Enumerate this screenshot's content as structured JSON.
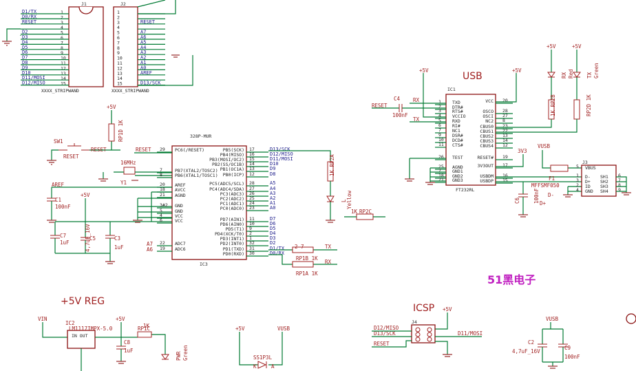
{
  "titles": {
    "usb": "USB",
    "reg": "+5V REG",
    "icsp": "ICSP",
    "brand": "51黑电子"
  },
  "j1": {
    "ref": "J1",
    "footprint": "XXXX_STRIPWAND",
    "nets": [
      "D1/TX",
      "D0/RX",
      "RESET",
      "",
      "D2",
      "D3",
      "D4",
      "D5",
      "D6",
      "D7",
      "D8",
      "D9",
      "D10",
      "D11/MOSI",
      "D12/MISO"
    ],
    "pins": [
      "1",
      "2",
      "3",
      "4",
      "5",
      "6",
      "7",
      "8",
      "9",
      "10",
      "11",
      "12",
      "13",
      "14",
      "15"
    ]
  },
  "j2": {
    "ref": "J2",
    "footprint": "XXXX_STRIPWAND",
    "nets": [
      "",
      "",
      "RESET",
      "",
      "A7",
      "A6",
      "A5",
      "A4",
      "A3",
      "A2",
      "A1",
      "A0",
      "AREF",
      "",
      "D13/SCK"
    ],
    "pins": [
      "1",
      "2",
      "3",
      "4",
      "5",
      "6",
      "7",
      "8",
      "9",
      "10",
      "11",
      "12",
      "13",
      "14",
      "15"
    ]
  },
  "ic3": {
    "ref": "IC3",
    "name": "328P-MUR",
    "left": [
      {
        "pin": "29",
        "label": "PC6(/RESET)"
      },
      {
        "pin": "7",
        "label": "PB7(XTAL2/TOSC2)"
      },
      {
        "pin": "8",
        "label": "PB6(XTAL1/TOSC1)"
      },
      {
        "pin": "20",
        "label": "AREF"
      },
      {
        "pin": "18",
        "label": "AVCC"
      },
      {
        "pin": "21",
        "label": "AGND"
      },
      {
        "pin": "3#2",
        "label": "GND"
      },
      {
        "pin": "5",
        "label": "GND"
      },
      {
        "pin": "4",
        "label": "VCC"
      },
      {
        "pin": "6",
        "label": "VCC"
      },
      {
        "pin": "22",
        "label": "ADC7"
      },
      {
        "pin": "19",
        "label": "ADC6"
      }
    ],
    "right": [
      {
        "pin": "17",
        "label": "PB5(SCK)",
        "net": "D13/SCK"
      },
      {
        "pin": "16",
        "label": "PB4(MISO)",
        "net": "D12/MISO"
      },
      {
        "pin": "15",
        "label": "PB3(MOSI/OC2)",
        "net": "D11/MOSI"
      },
      {
        "pin": "14",
        "label": "PB2(SS/OC1B)",
        "net": "D10"
      },
      {
        "pin": "13",
        "label": "PB1(OC1A)",
        "net": "D9"
      },
      {
        "pin": "12",
        "label": "PB0(ICP)",
        "net": "D8"
      },
      {
        "pin": "28",
        "label": "PC5(ADC5/SCL)",
        "net": "A5"
      },
      {
        "pin": "27",
        "label": "PC4(ADC4/SDA)",
        "net": "A4"
      },
      {
        "pin": "26",
        "label": "PC3(ADC3)",
        "net": "A3"
      },
      {
        "pin": "25",
        "label": "PC2(ADC2)",
        "net": "A2"
      },
      {
        "pin": "24",
        "label": "PC1(ADC1)",
        "net": "A1"
      },
      {
        "pin": "23",
        "label": "PC0(ADC0)",
        "net": "A0"
      },
      {
        "pin": "11",
        "label": "PD7(AIN1)",
        "net": "D7"
      },
      {
        "pin": "10",
        "label": "PD6(AIN0)",
        "net": "D6"
      },
      {
        "pin": "9",
        "label": "PD5(T1)",
        "net": "D5"
      },
      {
        "pin": "2",
        "label": "PD4(XCK/T0)",
        "net": "D4"
      },
      {
        "pin": "1",
        "label": "PD3(INT1)",
        "net": "D3"
      },
      {
        "pin": "32",
        "label": "PD2(INT0)",
        "net": "D2"
      },
      {
        "pin": "31",
        "label": "PD1(TXD)",
        "net": "D1/TX"
      },
      {
        "pin": "30",
        "label": "PD0(RXD)",
        "net": "D0/RX"
      }
    ],
    "adc_nets": [
      "A7",
      "A6"
    ]
  },
  "ic1": {
    "ref": "IC1",
    "name": "FT232RL",
    "left": [
      {
        "pin": "1",
        "label": "TXD",
        "net": "RX"
      },
      {
        "pin": "2",
        "label": "DTR#"
      },
      {
        "pin": "3",
        "label": "RTS#"
      },
      {
        "pin": "4",
        "label": "VCCIO"
      },
      {
        "pin": "5",
        "label": "RXD",
        "net": "TX"
      },
      {
        "pin": "6",
        "label": "RI#"
      },
      {
        "pin": "7",
        "label": "NC1"
      },
      {
        "pin": "9",
        "label": "DSR#"
      },
      {
        "pin": "10",
        "label": "DCD#"
      },
      {
        "pin": "11",
        "label": "CTS#"
      },
      {
        "pin": "26",
        "label": "TEST"
      },
      {
        "pin": "25",
        "label": "AGND"
      },
      {
        "pin": "7",
        "label": "GND1"
      },
      {
        "pin": "18",
        "label": "GND2"
      },
      {
        "pin": "21",
        "label": "GND3"
      }
    ],
    "right": [
      {
        "pin": "20",
        "label": "VCC"
      },
      {
        "pin": "28",
        "label": "OSCO"
      },
      {
        "pin": "27",
        "label": "OSCI"
      },
      {
        "pin": "8",
        "label": "NC2"
      },
      {
        "pin": "23",
        "label": "CBUS0"
      },
      {
        "pin": "22",
        "label": "CBUS1"
      },
      {
        "pin": "13",
        "label": "CBUS2"
      },
      {
        "pin": "14",
        "label": "CBUS3"
      },
      {
        "pin": "12",
        "label": "CBUS4"
      },
      {
        "pin": "19",
        "label": "RESET#"
      },
      {
        "pin": "17",
        "label": "3V3OUT"
      },
      {
        "pin": "16",
        "label": "USBDM"
      },
      {
        "pin": "15",
        "label": "USBDP"
      }
    ]
  },
  "j3": {
    "ref": "J3",
    "left": [
      {
        "pin": "5",
        "label": "VBUS"
      },
      {
        "pin": "1",
        "label": "D-"
      },
      {
        "pin": "3",
        "label": "D+"
      },
      {
        "pin": "2",
        "label": "ID"
      },
      {
        "pin": "4",
        "label": "GND"
      }
    ],
    "right": [
      {
        "pin": "6",
        "label": "SH1"
      },
      {
        "pin": "7",
        "label": "SH2"
      },
      {
        "pin": "8",
        "label": "SH3"
      },
      {
        "pin": "9",
        "label": "SH4"
      }
    ]
  },
  "labels": {
    "p5v": "+5V",
    "v3v3": "3V3",
    "vusb": "VUSB",
    "vin": "VIN",
    "reset": "RESET",
    "rx": "RX",
    "tx": "TX",
    "dminus": "D-",
    "dplus": "D+",
    "aref": "AREF"
  },
  "parts": {
    "c4": {
      "ref": "C4",
      "val": "100nF"
    },
    "c1": {
      "ref": "C1",
      "val": "100nF"
    },
    "c7": {
      "ref": "C7",
      "val": "1uF"
    },
    "c5": {
      "ref": "C5",
      "val": "4,7uF_16V"
    },
    "c3": {
      "ref": "C3",
      "val": "1uF"
    },
    "c6": {
      "ref": "C6",
      "val": "100nF"
    },
    "c8": {
      "ref": "C8",
      "val": "1uF"
    },
    "c2": {
      "ref": "C2",
      "val": "4,7uF_16V"
    },
    "c9": {
      "ref": "C9",
      "val": "100nF"
    },
    "sw1": {
      "ref": "SW1",
      "val": "RESET"
    },
    "y1": {
      "ref": "Y1",
      "val": "16MHz"
    },
    "rp1d": "RP1D 1K",
    "rp1b": "RP1B 1K",
    "rp1a": "RP1A 1K",
    "rp1c": "RP1C",
    "rp1c_val": "1K",
    "rp2a": "1K RP2A",
    "rp2b": "1K RP2B",
    "rp2c": "RP2C",
    "rp2c_val": "1K",
    "rp2d": "RP2D 1K",
    "led_yellow": "L",
    "led_yellow_c": "Yellow",
    "led_rx": "RX",
    "led_rx_c": "Red",
    "led_tx": "TX",
    "led_tx_c": "Green",
    "led_pwr": "PWR",
    "led_pwr_c": "Green",
    "f1": {
      "ref": "F1",
      "val": "MFFSMF050"
    },
    "ic2": {
      "ref": "IC2",
      "val": "LM1117IMPX-5.0",
      "pins": "IN OUT"
    },
    "diode": {
      "ref": "SS1P3L",
      "anode": "A",
      "cathode": "K"
    },
    "j4": {
      "ref": "J4",
      "nets_left": [
        "D12/MISO",
        "D13/SCK",
        "RESET"
      ],
      "nets_right": [
        "",
        "D11/MOSI",
        ""
      ]
    }
  }
}
